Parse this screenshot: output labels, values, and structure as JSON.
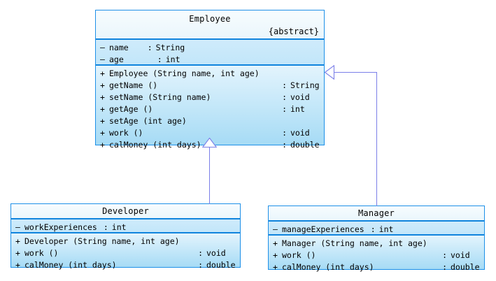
{
  "diagram": {
    "title": "Employee class hierarchy UML diagram",
    "type": "uml-class-diagram",
    "background_color": "#ffffff",
    "border_color": "#1e90e8",
    "connector_color": "#7b7fe8",
    "separator_color": "#1084dd"
  },
  "classes": {
    "employee": {
      "name": "Employee",
      "stereotype": "{abstract}",
      "attributes": [
        {
          "visibility": "–",
          "name": "name",
          "sep": ":",
          "type": "String"
        },
        {
          "visibility": "–",
          "name": "age",
          "sep": ":",
          "type": "int"
        }
      ],
      "operations": [
        {
          "visibility": "+",
          "name": "Employee (String name, int age)",
          "sep": "",
          "type": ""
        },
        {
          "visibility": "+",
          "name": "getName ()",
          "sep": ":",
          "type": "String"
        },
        {
          "visibility": "+",
          "name": "setName (String name)",
          "sep": ":",
          "type": "void"
        },
        {
          "visibility": "+",
          "name": "getAge ()",
          "sep": ":",
          "type": "int"
        },
        {
          "visibility": "+",
          "name": "setAge (int age)",
          "sep": "",
          "type": ""
        },
        {
          "visibility": "+",
          "name": "work ()",
          "sep": ":",
          "type": "void"
        },
        {
          "visibility": "+",
          "name": "calMoney (int days)",
          "sep": ":",
          "type": "double"
        }
      ]
    },
    "developer": {
      "name": "Developer",
      "stereotype": "",
      "attributes": [
        {
          "visibility": "–",
          "name": "workExperiences",
          "sep": ":",
          "type": "int"
        }
      ],
      "operations": [
        {
          "visibility": "+",
          "name": "Developer (String name, int age)",
          "sep": "",
          "type": ""
        },
        {
          "visibility": "+",
          "name": "work ()",
          "sep": ":",
          "type": "void"
        },
        {
          "visibility": "+",
          "name": "calMoney (int days)",
          "sep": ":",
          "type": "double"
        }
      ]
    },
    "manager": {
      "name": "Manager",
      "stereotype": "",
      "attributes": [
        {
          "visibility": "–",
          "name": "manageExperiences",
          "sep": ":",
          "type": "int"
        }
      ],
      "operations": [
        {
          "visibility": "+",
          "name": "Manager (String name, int age)",
          "sep": "",
          "type": ""
        },
        {
          "visibility": "+",
          "name": "work ()",
          "sep": ":",
          "type": "void"
        },
        {
          "visibility": "+",
          "name": "calMoney (int days)",
          "sep": ":",
          "type": "double"
        }
      ]
    }
  },
  "relationships": [
    {
      "name": "developer-extends-employee",
      "from": "Developer",
      "to": "Employee",
      "kind": "generalization"
    },
    {
      "name": "manager-extends-employee",
      "from": "Manager",
      "to": "Employee",
      "kind": "generalization"
    }
  ]
}
